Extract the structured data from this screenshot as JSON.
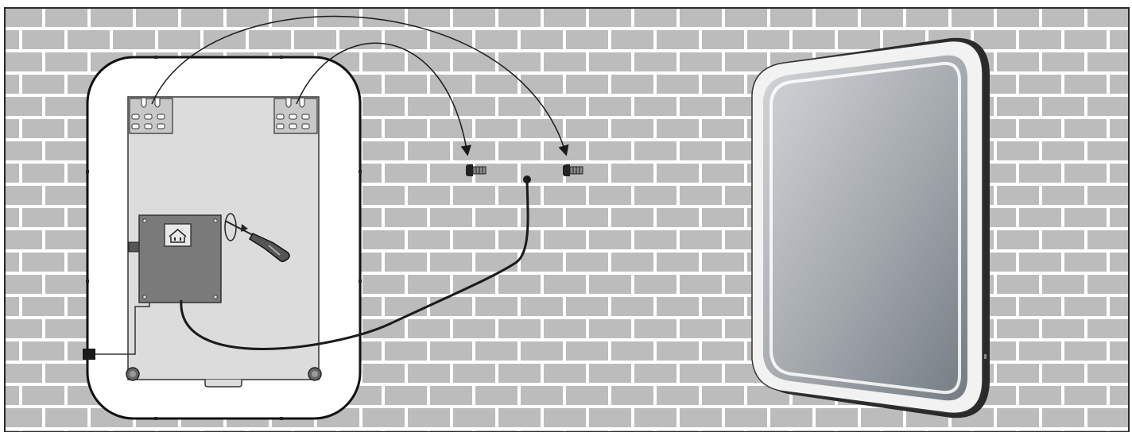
{
  "scene": {
    "background": "brick-wall",
    "colors": {
      "mortar": "#ffffff",
      "brick": "#bcbcbc",
      "border": "#2b2b2b",
      "mirror_back_panel": "#d9d9d9",
      "junction_box": "#7a7a7a",
      "mirror_frame": "#2a2a2a",
      "mirror_glow": "#f2f2f2",
      "mirror_glass_light": "#c9cbce",
      "mirror_glass_dark": "#7c848c"
    }
  },
  "items": [
    {
      "name": "mirror-back-view",
      "description_icon": "mirror-back-icon"
    },
    {
      "name": "hanging-bracket-left",
      "description_icon": "bracket-icon"
    },
    {
      "name": "hanging-bracket-right",
      "description_icon": "bracket-icon"
    },
    {
      "name": "junction-box",
      "description_icon": "junction-box-icon"
    },
    {
      "name": "power-socket-symbol",
      "description_icon": "socket-icon"
    },
    {
      "name": "screwdriver",
      "description_icon": "screwdriver-icon"
    },
    {
      "name": "rotation-arrow",
      "description_icon": "rotate-arrow-icon"
    },
    {
      "name": "wall-screw-left",
      "description_icon": "screw-icon"
    },
    {
      "name": "wall-screw-right",
      "description_icon": "screw-icon"
    },
    {
      "name": "wall-cable-outlet",
      "description_icon": "cable-outlet-icon"
    },
    {
      "name": "mirror-front-view",
      "description_icon": "led-mirror-icon"
    }
  ]
}
